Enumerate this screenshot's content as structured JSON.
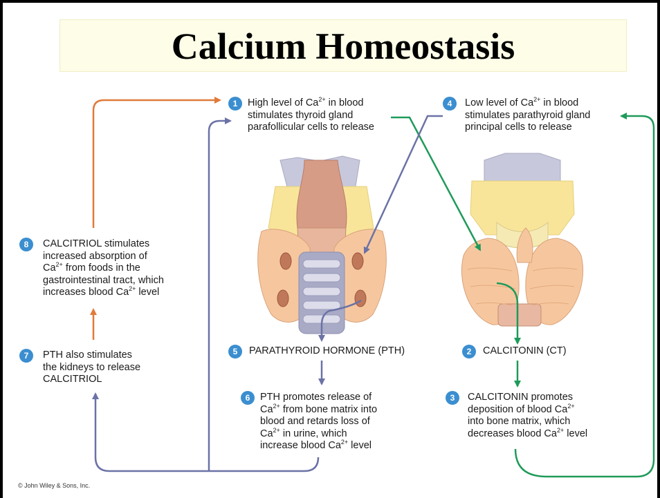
{
  "title": "Calcium Homeostasis",
  "credit": "© John Wiley & Sons, Inc.",
  "colors": {
    "title_bg": "#fdfde8",
    "number_badge": "#3b8ed0",
    "arrow_orange": "#e07a3a",
    "arrow_green": "#1f9a5a",
    "arrow_purple": "#6b72a6",
    "thyroid_tissue": "#f6c79e",
    "cartilage_gray": "#c9c9d9"
  },
  "steps": [
    {
      "num": "1",
      "lines": [
        [
          "High level of Ca",
          "2+",
          " in blood"
        ],
        [
          "stimulates thyroid gland"
        ],
        [
          "parafollicular cells to release"
        ]
      ]
    },
    {
      "num": "2",
      "lines": [
        [
          "CALCITONIN (CT)"
        ]
      ]
    },
    {
      "num": "3",
      "lines": [
        [
          "CALCITONIN promotes"
        ],
        [
          "deposition of blood Ca",
          "2+"
        ],
        [
          "into bone matrix, which"
        ],
        [
          "decreases blood Ca",
          "2+",
          " level"
        ]
      ]
    },
    {
      "num": "4",
      "lines": [
        [
          "Low level of Ca",
          "2+",
          " in blood"
        ],
        [
          "stimulates parathyroid gland"
        ],
        [
          "principal cells to release"
        ]
      ]
    },
    {
      "num": "5",
      "lines": [
        [
          "PARATHYROID HORMONE (PTH)"
        ]
      ]
    },
    {
      "num": "6",
      "lines": [
        [
          "PTH promotes release of"
        ],
        [
          "Ca",
          "2+",
          " from bone matrix into"
        ],
        [
          "blood and retards loss of"
        ],
        [
          "Ca",
          "2+",
          " in urine, which"
        ],
        [
          "increase blood Ca",
          "2+",
          " level"
        ]
      ]
    },
    {
      "num": "7",
      "lines": [
        [
          "PTH also stimulates"
        ],
        [
          "the kidneys to release"
        ],
        [
          "CALCITRIOL"
        ]
      ]
    },
    {
      "num": "8",
      "lines": [
        [
          "CALCITRIOL stimulates"
        ],
        [
          "increased absorption of"
        ],
        [
          "Ca",
          "2+",
          " from foods in the"
        ],
        [
          "gastrointestinal tract, which"
        ],
        [
          "increases blood Ca",
          "2+",
          " level"
        ]
      ]
    }
  ]
}
